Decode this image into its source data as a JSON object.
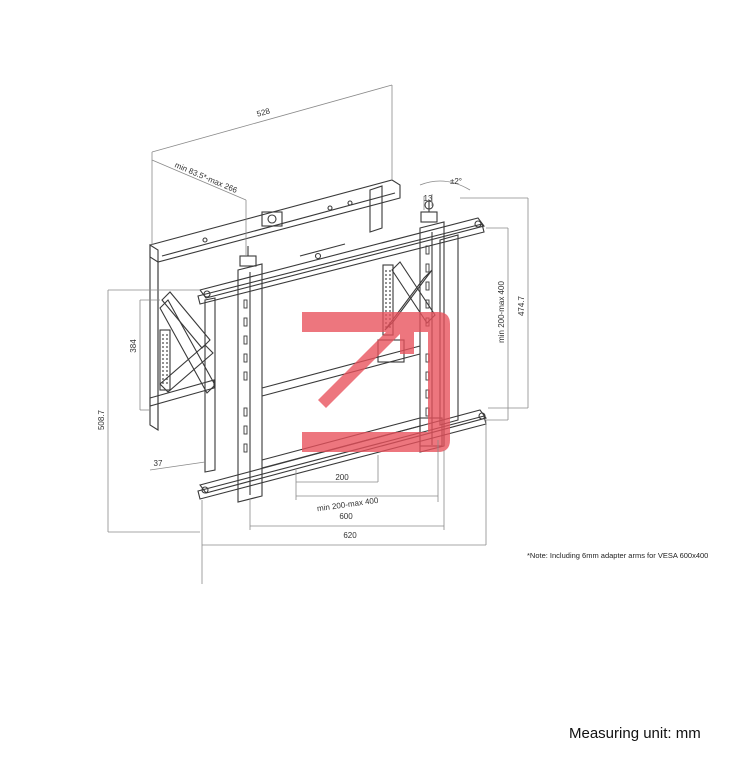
{
  "dimensions": {
    "overall_depth": "528",
    "depth_range": "min 83.5*-max 266",
    "tilt": "±2°",
    "micro_adjust": "13",
    "vesa_height_range": "min 200-max 400",
    "overall_height": "474.7",
    "frame_height": "384",
    "total_height": "508.7",
    "offset": "37",
    "vesa_width_min": "200",
    "vesa_width_range": "min 200-max 400",
    "frame_width": "600",
    "total_width": "620"
  },
  "note": "*Note: Including 6mm adapter arms for VESA 600x400",
  "measuring_unit": "Measuring unit: mm",
  "colors": {
    "line": "#3a3a3a",
    "dim_line": "#8a8a8a",
    "watermark": "#e8505b"
  }
}
